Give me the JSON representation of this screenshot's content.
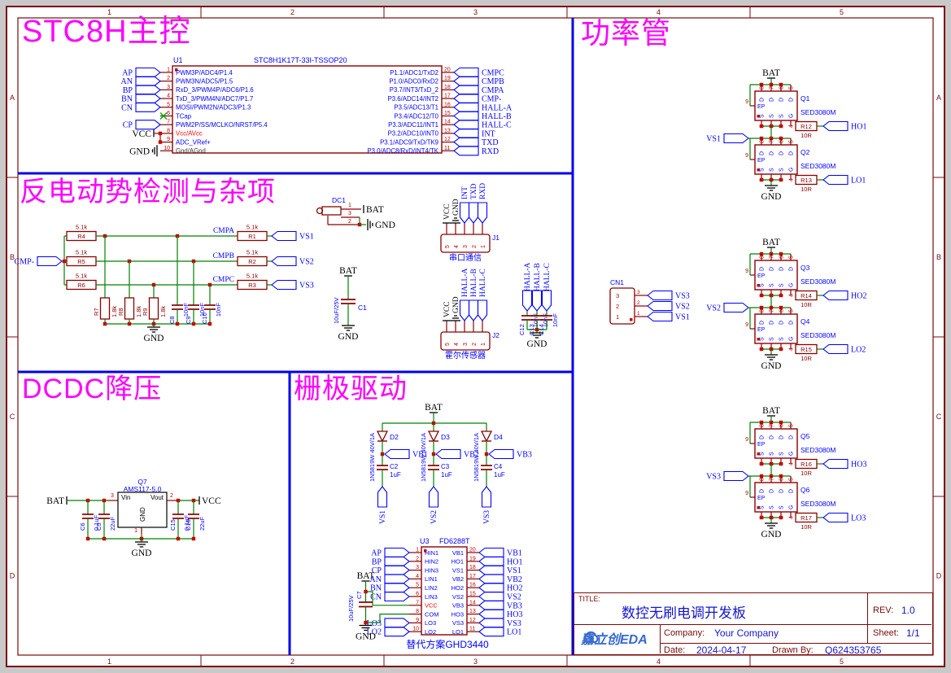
{
  "colors": {
    "canvas_bg": "#c9c9c9",
    "sheet": "#ffffff",
    "frame": "#7a0a0a",
    "section_divider": "#0000ee",
    "section_title": "#ff00ff",
    "wire": "#008000",
    "component": "#8b0000",
    "resistor_text": "#8b0000",
    "net_text": "#0000ff",
    "pin_number": "#c00000",
    "red_pin": "#ff0000",
    "dark_pin": "#333333",
    "junction": "#cc0000",
    "black": "#000000",
    "nc_cross": "#00aa00",
    "power_wire": "#a00000",
    "logo_blue": "#3668d0",
    "value_blue": "#1515cc"
  },
  "frame": {
    "columns": [
      "1",
      "2",
      "3",
      "4",
      "5"
    ],
    "rows": [
      "A",
      "B",
      "C",
      "D"
    ]
  },
  "sections": {
    "mcu": "STC8H主控",
    "power": "功率管",
    "bemf": "反电动势检测与杂项",
    "dcdc": "DCDC降压",
    "gate": "栅极驱动"
  },
  "u1": {
    "ref": "U1",
    "value": "STC8H1K17T-33I-TSSOP20",
    "left": [
      {
        "num": "1",
        "name": "PWM3P/ADC4/P1.4",
        "flag": "AP"
      },
      {
        "num": "2",
        "name": "PWM3N/ADC5/P1.5",
        "flag": "AN"
      },
      {
        "num": "3",
        "name": "RxD_3/PWM4P/ADC6/P1.6",
        "flag": "BP"
      },
      {
        "num": "4",
        "name": "TxD_3/PWM4N/ADC7/P1.7",
        "flag": "BN"
      },
      {
        "num": "5",
        "name": "MOSI/PWM2N/ADC3/P1.3",
        "flag": "CN"
      },
      {
        "num": "6",
        "name": "TCap",
        "nc": true
      },
      {
        "num": "7",
        "name": "PWM2P/SS/MCLKO/NRST/P5.4",
        "flag": "CP"
      },
      {
        "num": "8",
        "name": "Vcc/AVcc",
        "red": true,
        "vcc": "VCC"
      },
      {
        "num": "9",
        "name": "ADC_VRef+"
      },
      {
        "num": "10",
        "name": "Gnd/AGnd",
        "dark": true,
        "gnd": "GND"
      }
    ],
    "right": [
      {
        "num": "20",
        "name": "P1.1/ADC1/TxD2",
        "flag": "CMPC"
      },
      {
        "num": "19",
        "name": "P1.0/ADC0/RxD2",
        "flag": "CMPB"
      },
      {
        "num": "18",
        "name": "P3.7/INT3/TxD_2",
        "flag": "CMPA"
      },
      {
        "num": "17",
        "name": "P3.6/ADC14/INT2",
        "flag": "CMP-"
      },
      {
        "num": "16",
        "name": "P3.5/ADC13/T1",
        "flag": "HALL-A"
      },
      {
        "num": "15",
        "name": "P3.4/ADC12/T0",
        "flag": "HALL-B"
      },
      {
        "num": "14",
        "name": "P3.3/ADC11/INT1",
        "flag": "HALL-C"
      },
      {
        "num": "13",
        "name": "P3.2/ADC10/INT0",
        "flag": "INT"
      },
      {
        "num": "12",
        "name": "P3.1/ADC9/TxD/TK9",
        "flag": "TXD"
      },
      {
        "num": "11",
        "name": "P3.0/ADC8/RxD/INT4/TK",
        "flag": "RXD"
      }
    ]
  },
  "bemf": {
    "input": "CMP-",
    "gnd": "GND",
    "rows": [
      {
        "rin": {
          "ref": "R4",
          "value": "5.1k"
        },
        "pull": {
          "ref": "R7",
          "value": "1.8k"
        },
        "cap": {
          "ref": "C8",
          "value": "10nF"
        },
        "net": "CMPA",
        "rout": {
          "ref": "R1",
          "value": "5.1k"
        },
        "flag": "VS1"
      },
      {
        "rin": {
          "ref": "R5",
          "value": "5.1k"
        },
        "pull": {
          "ref": "R8",
          "value": "1.8k"
        },
        "cap": {
          "ref": "C9",
          "value": "10nF"
        },
        "net": "CMPB",
        "rout": {
          "ref": "R2",
          "value": "5.1k"
        },
        "flag": "VS2"
      },
      {
        "rin": {
          "ref": "R6",
          "value": "5.1k"
        },
        "pull": {
          "ref": "R9",
          "value": "1.8k"
        },
        "cap": {
          "ref": "C10",
          "value": "10nF"
        },
        "net": "CMPC",
        "rout": {
          "ref": "R3",
          "value": "5.1k"
        },
        "flag": "VS3"
      }
    ]
  },
  "dc1": {
    "ref": "DC1",
    "pins": [
      "1",
      "3",
      "2"
    ],
    "bat": "BAT",
    "gnd": "GND"
  },
  "c1": {
    "ref": "C1",
    "value": "10uF/25V",
    "bat": "BAT",
    "gnd": "GND"
  },
  "j1": {
    "ref": "J1",
    "caption": "串口通信",
    "nums": [
      "5",
      "4",
      "3",
      "2",
      "1"
    ],
    "vcc": "VCC",
    "gnd": "GND",
    "flags": [
      "INT",
      "TXD",
      "RXD"
    ]
  },
  "j2": {
    "ref": "J2",
    "caption": "霍尔传感器",
    "nums": [
      "5",
      "4",
      "3",
      "2",
      "1"
    ],
    "vcc": "VCC",
    "gnd": "GND",
    "flags": [
      "HALL-A",
      "HALL-B",
      "HALL-C"
    ]
  },
  "hallcaps": {
    "gnd": "GND",
    "items": [
      {
        "net": "HALL-A",
        "ref": "C12",
        "value": "10nF"
      },
      {
        "net": "HALL-B",
        "ref": "C13",
        "value": "10nF"
      },
      {
        "net": "HALL-C",
        "ref": "C14",
        "value": "10nF"
      }
    ]
  },
  "cn1": {
    "ref": "CN1",
    "pins": [
      {
        "num": "3",
        "flag": "VS3"
      },
      {
        "num": "2",
        "flag": "VS2"
      },
      {
        "num": "1",
        "flag": "VS1"
      }
    ]
  },
  "mosfet_pins": {
    "top_nums": [
      "8",
      "7",
      "6",
      "5"
    ],
    "top_names": [
      "D",
      "D",
      "D",
      "D"
    ],
    "bottom_nums": [
      "1",
      "2",
      "3",
      "4"
    ],
    "bottom_names": [
      "S",
      "S",
      "S",
      "G"
    ],
    "ep_num": "9",
    "ep_name": "EP"
  },
  "phases": [
    {
      "bat": "BAT",
      "gnd": "GND",
      "vs": "VS1",
      "qh": {
        "ref": "Q1",
        "value": "SED3080M"
      },
      "rh": {
        "ref": "R12",
        "value": "10R"
      },
      "ho": "HO1",
      "ql": {
        "ref": "Q2",
        "value": "SED3080M"
      },
      "rl": {
        "ref": "R13",
        "value": "10R"
      },
      "lo": "LO1"
    },
    {
      "bat": "BAT",
      "gnd": "GND",
      "vs": "VS2",
      "qh": {
        "ref": "Q3",
        "value": "SED3080M"
      },
      "rh": {
        "ref": "R14",
        "value": "10R"
      },
      "ho": "HO2",
      "ql": {
        "ref": "Q4",
        "value": "SED3080M"
      },
      "rl": {
        "ref": "R15",
        "value": "10R"
      },
      "lo": "LO2"
    },
    {
      "bat": "BAT",
      "gnd": "GND",
      "vs": "VS3",
      "qh": {
        "ref": "Q5",
        "value": "SED3080M"
      },
      "rh": {
        "ref": "R16",
        "value": "10R"
      },
      "ho": "HO3",
      "ql": {
        "ref": "Q6",
        "value": "SED3080M"
      },
      "rl": {
        "ref": "R17",
        "value": "10R"
      },
      "lo": "LO3"
    }
  ],
  "dcdc": {
    "ref": "Q7",
    "value": "AMS117-5.0",
    "bat": "BAT",
    "vcc": "VCC",
    "gnd": "GND",
    "pin_vin": {
      "num": "3",
      "name": "Vin"
    },
    "pin_vout": {
      "num": "2",
      "name": "Vout"
    },
    "pin_gnd": {
      "num": "1",
      "name": "GND"
    },
    "caps_in": [
      {
        "ref": "C6",
        "value": "0.1uF"
      },
      {
        "ref": "C5",
        "value": "22uF"
      }
    ],
    "caps_out": [
      {
        "ref": "C15",
        "value": "0.1uF"
      },
      {
        "ref": "C16",
        "value": "22uF"
      }
    ]
  },
  "bootstrap": {
    "bat": "BAT",
    "branches": [
      {
        "d": {
          "ref": "D2",
          "value": "1N5819W 40V/1A"
        },
        "vb": "VB1",
        "cap": {
          "ref": "C2",
          "value": "1uF"
        },
        "vs": "VS1"
      },
      {
        "d": {
          "ref": "D3",
          "value": "1N5819W 40V/1A"
        },
        "vb": "VB2",
        "cap": {
          "ref": "C3",
          "value": "1uF"
        },
        "vs": "VS2"
      },
      {
        "d": {
          "ref": "D4",
          "value": "1N5819W 40V/1A"
        },
        "vb": "VB3",
        "cap": {
          "ref": "C4",
          "value": "1uF"
        },
        "vs": "VS3"
      }
    ]
  },
  "u3": {
    "ref": "U3",
    "value": "FD6288T",
    "note": "替代方案GHD3440",
    "bat": "BAT",
    "gnd": "GND",
    "c7": {
      "ref": "C7",
      "value": "10uF/25V"
    },
    "left": [
      {
        "num": "1",
        "name": "HIN1",
        "flag": "AP"
      },
      {
        "num": "2",
        "name": "HIN2",
        "flag": "BP"
      },
      {
        "num": "3",
        "name": "HIN3",
        "flag": "CP"
      },
      {
        "num": "4",
        "name": "LIN1",
        "flag": "AN"
      },
      {
        "num": "5",
        "name": "LIN2",
        "flag": "BN"
      },
      {
        "num": "6",
        "name": "LIN3",
        "flag": "CN"
      },
      {
        "num": "7",
        "name": "VCC",
        "red": true
      },
      {
        "num": "8",
        "name": "COM"
      },
      {
        "num": "9",
        "name": "LO3",
        "flag": "LO3"
      },
      {
        "num": "10",
        "name": "LO2",
        "flag": "LO2"
      }
    ],
    "right": [
      {
        "num": "20",
        "name": "VB1",
        "flag": "VB1"
      },
      {
        "num": "19",
        "name": "HO1",
        "flag": "HO1"
      },
      {
        "num": "18",
        "name": "VS1",
        "flag": "VS1"
      },
      {
        "num": "17",
        "name": "VB2",
        "flag": "VB2"
      },
      {
        "num": "16",
        "name": "HO2",
        "flag": "HO2"
      },
      {
        "num": "15",
        "name": "VS2",
        "flag": "VS2"
      },
      {
        "num": "14",
        "name": "VB3",
        "flag": "VB3"
      },
      {
        "num": "13",
        "name": "HO3",
        "flag": "HO3"
      },
      {
        "num": "12",
        "name": "VS3",
        "flag": "VS3"
      },
      {
        "num": "11",
        "name": "LO1",
        "flag": "LO1"
      }
    ]
  },
  "title_block": {
    "title_label": "TITLE:",
    "title": "数控无刷电调开发板",
    "rev_label": "REV:",
    "rev": "1.0",
    "company_label": "Company:",
    "company": "Your Company",
    "sheet_label": "Sheet:",
    "sheet": "1/1",
    "date_label": "Date:",
    "date": "2024-04-17",
    "drawn_label": "Drawn By:",
    "drawn": "Q624353765",
    "logo_text": "嘉立创EDA"
  }
}
